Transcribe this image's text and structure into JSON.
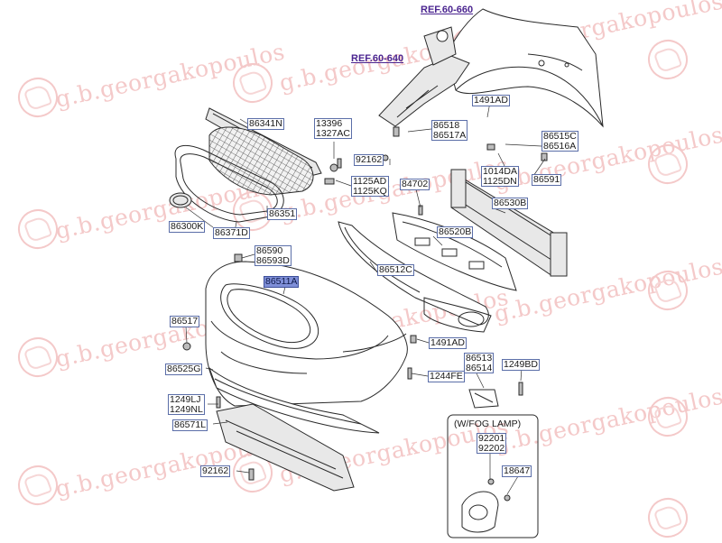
{
  "watermark": {
    "text": "g.b.georgakopoulos"
  },
  "refs": [
    {
      "id": "ref-60-660",
      "text": "REF.60-660"
    },
    {
      "id": "ref-60-640",
      "text": "REF.60-640"
    }
  ],
  "fog_lamp_box": {
    "title": "(W/FOG LAMP)"
  },
  "part_labels": [
    {
      "id": "l-86341n",
      "lines": [
        "86341N"
      ]
    },
    {
      "id": "l-13396",
      "lines": [
        "13396",
        "1327AC"
      ]
    },
    {
      "id": "l-86518",
      "lines": [
        "86518",
        "86517A"
      ]
    },
    {
      "id": "l-1491ad-top",
      "lines": [
        "1491AD"
      ]
    },
    {
      "id": "l-86515c",
      "lines": [
        "86515C",
        "86516A"
      ]
    },
    {
      "id": "l-92162-top",
      "lines": [
        "92162"
      ]
    },
    {
      "id": "l-1014da",
      "lines": [
        "1014DA",
        "1125DN"
      ]
    },
    {
      "id": "l-86591",
      "lines": [
        "86591"
      ]
    },
    {
      "id": "l-1125ad",
      "lines": [
        "1125AD",
        "1125KQ"
      ]
    },
    {
      "id": "l-84702",
      "lines": [
        "84702"
      ]
    },
    {
      "id": "l-86530b",
      "lines": [
        "86530B"
      ]
    },
    {
      "id": "l-86351",
      "lines": [
        "86351"
      ]
    },
    {
      "id": "l-86300k",
      "lines": [
        "86300K"
      ]
    },
    {
      "id": "l-86371d",
      "lines": [
        "86371D"
      ]
    },
    {
      "id": "l-86520b",
      "lines": [
        "86520B"
      ]
    },
    {
      "id": "l-86590",
      "lines": [
        "86590",
        "86593D"
      ]
    },
    {
      "id": "l-86512c",
      "lines": [
        "86512C"
      ]
    },
    {
      "id": "l-86511a",
      "lines": [
        "86511A"
      ],
      "highlight": true
    },
    {
      "id": "l-86517",
      "lines": [
        "86517"
      ]
    },
    {
      "id": "l-1491ad-mid",
      "lines": [
        "1491AD"
      ]
    },
    {
      "id": "l-86513",
      "lines": [
        "86513",
        "86514"
      ]
    },
    {
      "id": "l-1249bd",
      "lines": [
        "1249BD"
      ]
    },
    {
      "id": "l-86525g",
      "lines": [
        "86525G"
      ]
    },
    {
      "id": "l-1244fe",
      "lines": [
        "1244FE"
      ]
    },
    {
      "id": "l-1249lj",
      "lines": [
        "1249LJ",
        "1249NL"
      ]
    },
    {
      "id": "l-86571l",
      "lines": [
        "86571L"
      ]
    },
    {
      "id": "l-92201",
      "lines": [
        "92201",
        "92202"
      ]
    },
    {
      "id": "l-18647",
      "lines": [
        "18647"
      ]
    },
    {
      "id": "l-92162-bot",
      "lines": [
        "92162"
      ]
    }
  ],
  "colors": {
    "label_border": "#5b6ea8",
    "highlight_fill": "#7f8fd8",
    "ref_text": "#4b2590",
    "watermark": "#f4c9c9",
    "line_art": "#2a2a2a"
  }
}
